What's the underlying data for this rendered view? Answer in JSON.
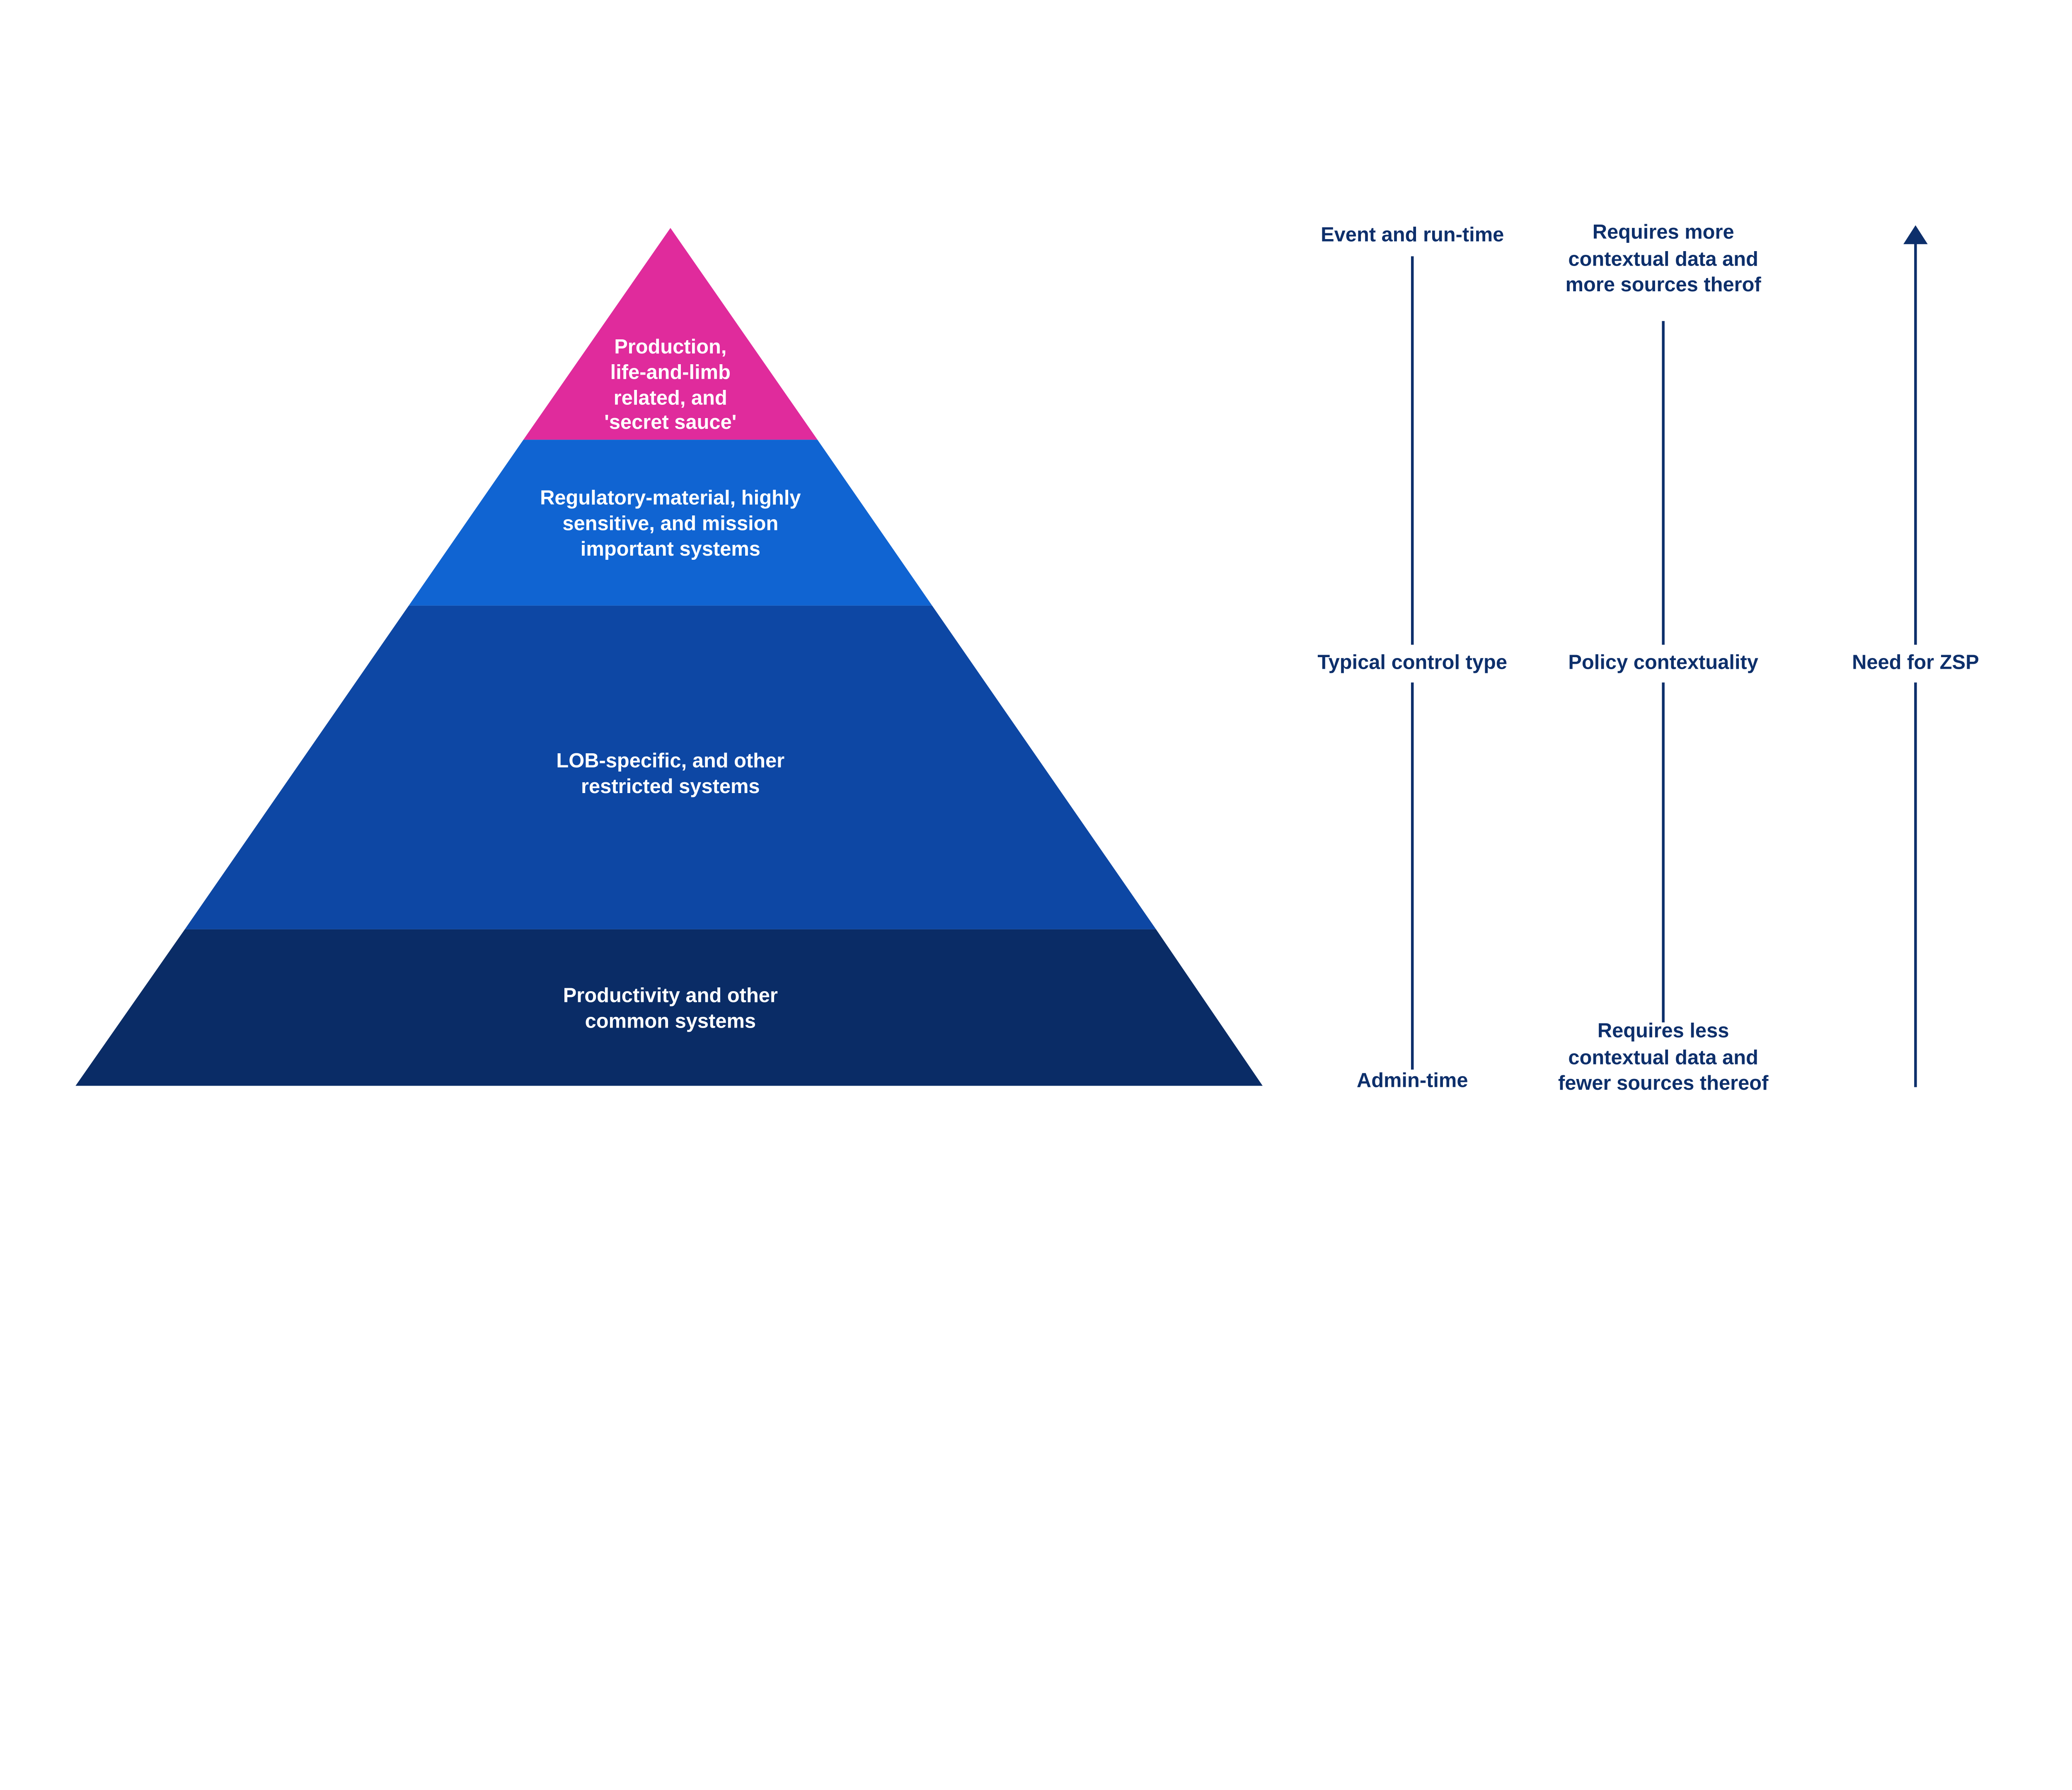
{
  "canvas": {
    "background": "#ffffff"
  },
  "pyramid": {
    "layers": [
      {
        "id": "tier-1",
        "label": "Production,\nlife-and-limb\nrelated, and\n'secret sauce'",
        "color": "#E02B9C",
        "text_color": "#ffffff"
      },
      {
        "id": "tier-2",
        "label": "Regulatory-material, highly\nsensitive, and mission\nimportant systems",
        "color": "#1064D2",
        "text_color": "#ffffff"
      },
      {
        "id": "tier-3",
        "label": "LOB-specific, and other\nrestricted systems",
        "color": "#0D47A4",
        "text_color": "#ffffff"
      },
      {
        "id": "tier-4",
        "label": "Productivity and other\ncommon systems",
        "color": "#0A2C66",
        "text_color": "#ffffff"
      }
    ]
  },
  "axes": {
    "text_color": "#0D2F6B",
    "line_color": "#0D2F6B",
    "columns": [
      {
        "id": "typical-control-type",
        "top_label": "Event and run-time",
        "middle_label": "Typical control type",
        "bottom_label": "Admin-time"
      },
      {
        "id": "policy-contextuality",
        "top_label": "Requires more\ncontextual data and\nmore sources therof",
        "middle_label": "Policy contextuality",
        "bottom_label": "Requires less\ncontextual data and\nfewer sources thereof"
      },
      {
        "id": "need-for-zsp",
        "top_label": "",
        "middle_label": "Need for ZSP",
        "bottom_label": "",
        "icon": "up-arrow-icon"
      }
    ]
  }
}
